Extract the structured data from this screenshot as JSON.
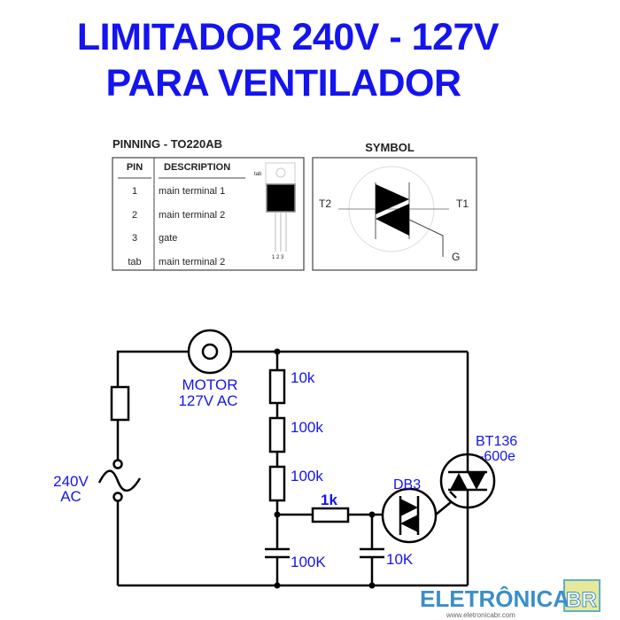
{
  "title": {
    "line1": "LIMITADOR 240V - 127V",
    "line2": "PARA VENTILADOR"
  },
  "pinning": {
    "heading": "PINNING - TO220AB",
    "col_pin": "PIN",
    "col_desc": "DESCRIPTION",
    "rows": [
      {
        "pin": "1",
        "desc": "main terminal 1"
      },
      {
        "pin": "2",
        "desc": "main terminal 2"
      },
      {
        "pin": "3",
        "desc": "gate"
      },
      {
        "pin": "tab",
        "desc": "main terminal 2"
      }
    ],
    "pkg_tab": "tab",
    "pkg_pins": "1 2 3"
  },
  "symbol": {
    "heading": "SYMBOL",
    "t2": "T2",
    "t1": "T1",
    "g": "G"
  },
  "circuit": {
    "motor": "MOTOR",
    "motor_rating": "127V AC",
    "source1": "240V",
    "source2": "AC",
    "r1": "10k",
    "r2": "100k",
    "r3": "100k",
    "r4": "1k",
    "c1": "100K",
    "c2": "10K",
    "diac": "DB3",
    "triac1": "BT136",
    "triac2": "-600e"
  },
  "logo": {
    "name": "ELETRÔNICA",
    "badge": "BR",
    "url": "www.eletronicabr.com"
  },
  "colors": {
    "accent": "#1414f0"
  }
}
